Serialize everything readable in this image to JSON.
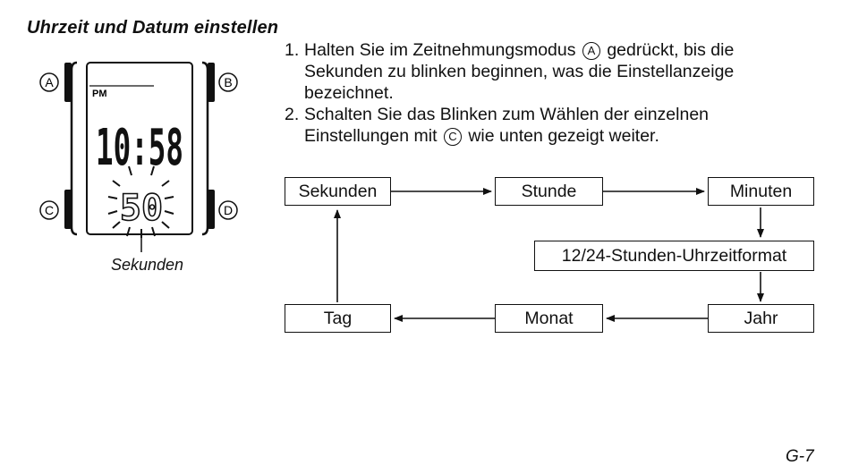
{
  "title": "Uhrzeit und Datum einstellen",
  "steps": [
    {
      "number": "1.",
      "line1_a": "Halten Sie im Zeitnehmungsmodus",
      "line1_button": "A",
      "line1_b": "gedrückt, bis die",
      "line2": "Sekunden zu blinken beginnen, was die Einstellanzeige",
      "line3": "bezeichnet."
    },
    {
      "number": "2.",
      "line1": "Schalten Sie das Blinken zum Wählen der einzelnen",
      "line2_a": "Einstellungen mit",
      "line2_button": "C",
      "line2_b": "wie unten gezeigt weiter."
    }
  ],
  "watch": {
    "buttons": {
      "a": "A",
      "b": "B",
      "c": "C",
      "d": "D"
    },
    "indicator": "PM",
    "time": "10:58",
    "seconds": "50",
    "caption": "Sekunden"
  },
  "flow": {
    "sekunden": "Sekunden",
    "stunde": "Stunde",
    "minuten": "Minuten",
    "format": "12/24-Stunden-Uhrzeitformat",
    "jahr": "Jahr",
    "monat": "Monat",
    "tag": "Tag"
  },
  "page_number": "G-7"
}
